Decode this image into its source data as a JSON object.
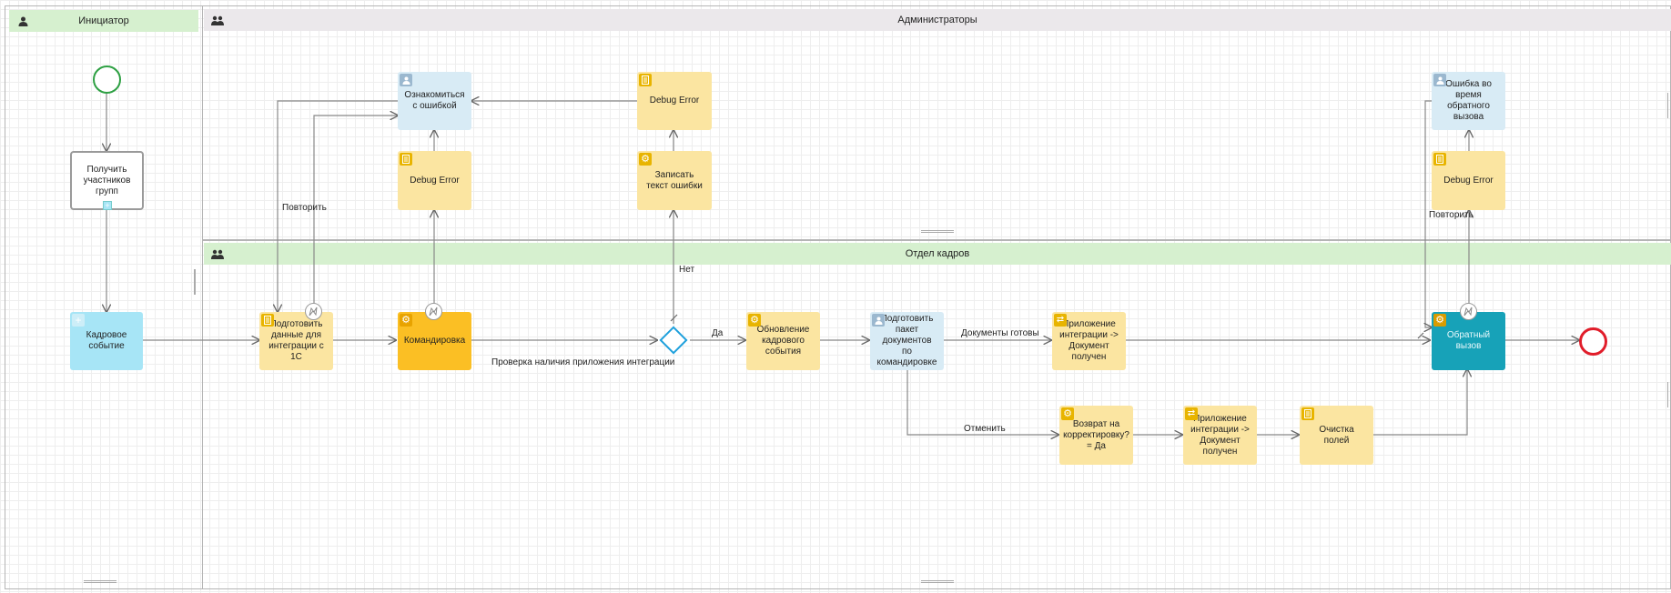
{
  "pools": {
    "initiator": "Инициатор",
    "admins": "Администраторы",
    "hr": "Отдел кадров"
  },
  "tasks": {
    "get_members": "Получить участников групп",
    "hr_event": "Кадровое событие",
    "prepare_data": "Подготовить данные для интеграции с 1С",
    "trip": "Командировка",
    "review_error": "Ознакомиться с ошибкой",
    "debug_error_1": "Debug Error",
    "debug_error_2": "Debug Error",
    "write_error": "Записать текст ошибки",
    "update_event": "Обновление кадрового события",
    "prepare_package": "Подготовить пакет документов по командировке",
    "app_doc_received_1": "Приложение интеграции -> Документ получен",
    "return_correction": "Возврат на корректировку? = Да",
    "app_doc_received_2": "Приложение интеграции -> Документ получен",
    "clear_fields": "Очистка полей",
    "callback_error": "Ошибка во время обратного вызова",
    "debug_error_3": "Debug Error",
    "callback": "Обратный вызов"
  },
  "labels": {
    "repeat_1": "Повторить",
    "repeat_2": "Повторить",
    "no": "Нет",
    "yes": "Да",
    "check_app": "Проверка наличия приложения интеграции",
    "docs_ready": "Документы готовы",
    "cancel": "Отменить"
  },
  "colors": {
    "user_task": "#d8ebf5",
    "doc_task": "#fbe5a1",
    "accent_orange": "#fbbf24",
    "accent_teal": "#17a2b8",
    "start_event": "#2ea043",
    "end_event": "#e11d2a",
    "gateway": "#1ea0dc",
    "lane_green": "#d6f0cf",
    "lane_gray": "#ebe8eb"
  }
}
